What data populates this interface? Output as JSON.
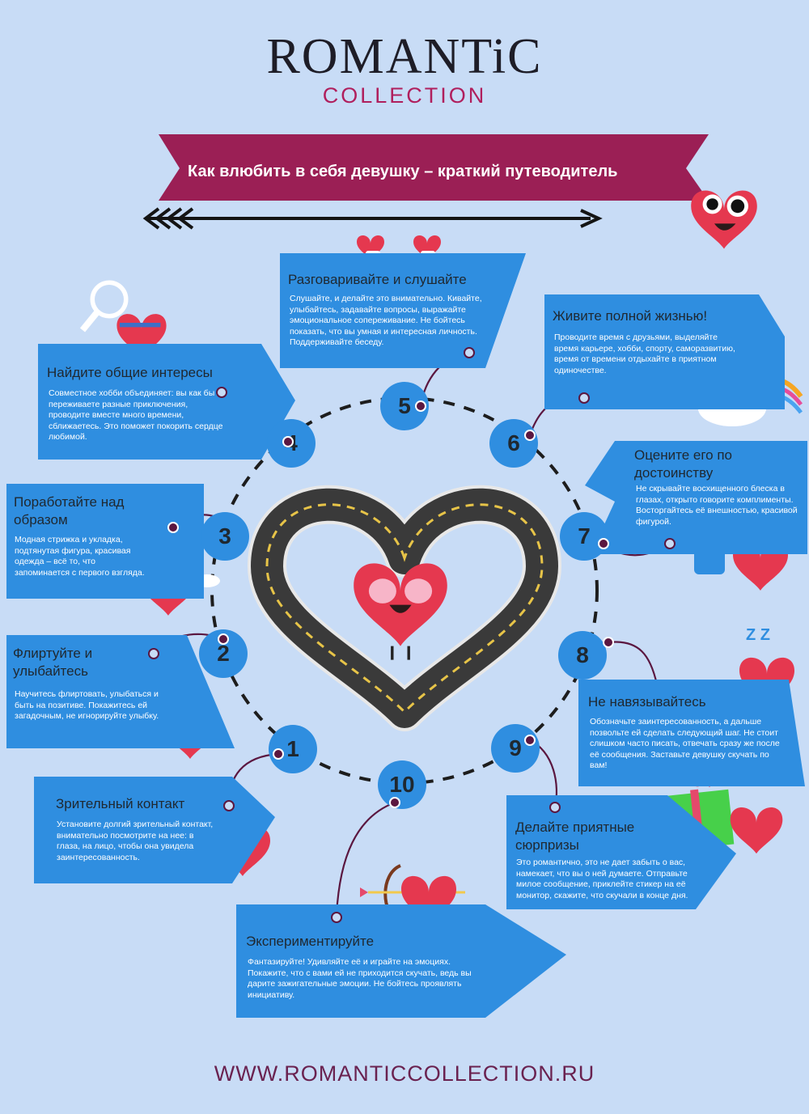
{
  "brand": {
    "name": "ROMANTiC",
    "sub": "COLLECTION"
  },
  "banner": {
    "title": "Как влюбить в себя девушку – краткий путеводитель"
  },
  "steps": [
    {
      "num": "1",
      "title": "Зрительный контакт",
      "text": "Установите долгий зрительный контакт, внимательно посмотрите на нее: в глаза, на лицо, чтобы она увидела заинтересованность."
    },
    {
      "num": "2",
      "title": "Флиртуйте и улыбайтесь",
      "text": "Научитесь флиртовать, улыбаться и быть на позитиве. Покажитесь ей загадочным, не игнорируйте улыбку."
    },
    {
      "num": "3",
      "title": "Поработайте над образом",
      "text": "Модная стрижка и укладка, подтянутая фигура, красивая одежда – всё то, что запоминается с первого взгляда."
    },
    {
      "num": "4",
      "title": "Найдите общие интересы",
      "text": "Совместное хобби объединяет: вы как бы переживаете разные приключения, проводите вместе много времени, сближаетесь. Это поможет покорить сердце любимой."
    },
    {
      "num": "5",
      "title": "Разговаривайте и слушайте",
      "text": "Слушайте, и делайте это внимательно. Кивайте, улыбайтесь, задавайте вопросы, выражайте эмоциональное сопереживание. Не бойтесь показать, что вы умная и интересная личность. Поддерживайте беседу."
    },
    {
      "num": "6",
      "title": "Живите полной жизнью!",
      "text": "Проводите время с друзьями, выделяйте время карьере, хобби, спорту, саморазвитию, время от времени отдыхайте в приятном одиночестве."
    },
    {
      "num": "7",
      "title": "Оцените его по достоинству",
      "text": "Не скрывайте восхищенного блеска в глазах, открыто говорите комплименты. Восторгайтесь её внешностью, красивой фигурой."
    },
    {
      "num": "8",
      "title": "Не навязывайтесь",
      "text": "Обозначьте заинтересованность, а дальше позвольте ей сделать следующий шаг. Не стоит слишком часто писать, отвечать сразу же после её сообщения. Заставьте девушку скучать по вам!"
    },
    {
      "num": "9",
      "title": "Делайте приятные сюрпризы",
      "text": "Это романтично, это не дает забыть о вас, намекает, что вы о ней думаете. Отправьте милое сообщение, приклейте стикер на её монитор, скажите, что скучали в конце дня."
    },
    {
      "num": "10",
      "title": "Экспериментируйте",
      "text": "Фантазируйте! Удивляйте её и играйте на эмоциях. Покажите, что с вами ей не приходится скучать, ведь вы дарите зажигательные эмоции. Не бойтесь проявлять инициативу."
    }
  ],
  "sleep_label": "Z Z",
  "footer": {
    "url": "WWW.ROMANTICCOLLECTION.RU"
  },
  "colors": {
    "background": "#c8dcf6",
    "card": "#2f8ee0",
    "banner": "#9b1f55",
    "heart": "#e5384f",
    "accent_dark": "#5b1740"
  },
  "icons": [
    "heart-mascot-icon",
    "magnifier-icon",
    "halo-icon",
    "wing-icon",
    "cup-icon",
    "unicorn-icon",
    "thumbs-up-icon",
    "gift-icon",
    "bow-and-arrow-icon",
    "road-heart-icon",
    "arrow-icon"
  ]
}
